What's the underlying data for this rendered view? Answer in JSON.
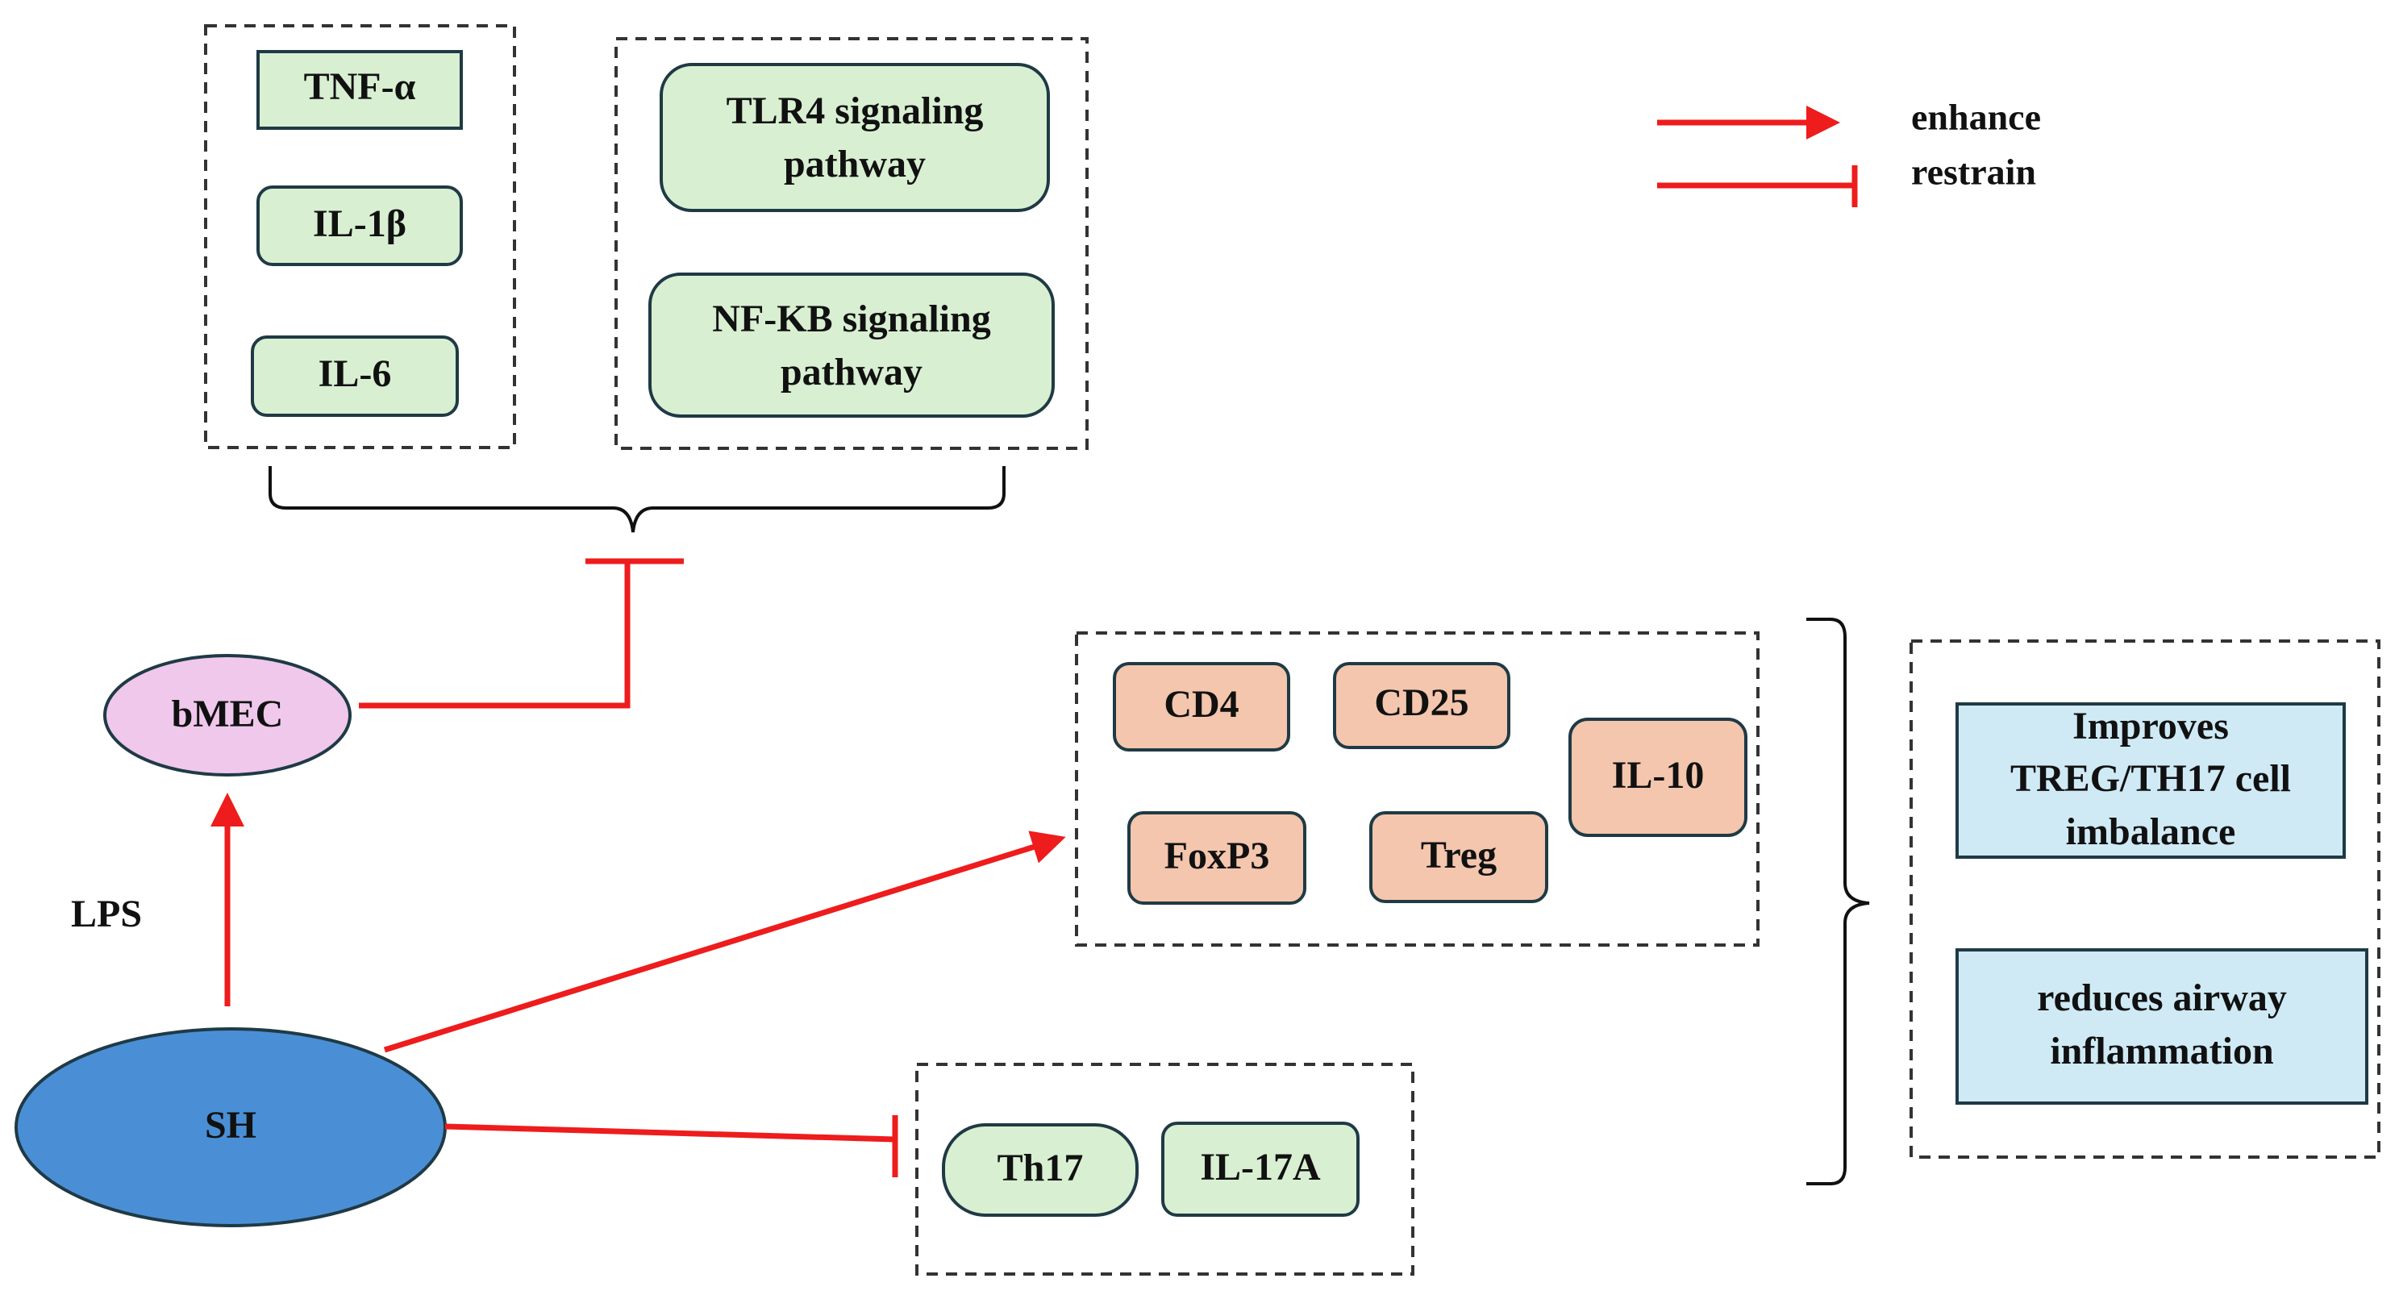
{
  "legend": {
    "enhance_label": "enhance",
    "restrain_label": "restrain",
    "enhance_color": "#ee1c1c",
    "restrain_color": "#ee1c1c"
  },
  "nodes": {
    "sh": "SH",
    "bmec": "bMEC",
    "lps": "LPS"
  },
  "cytokine_box": {
    "items": [
      "TNF-α",
      "IL-1β",
      "IL-6"
    ]
  },
  "pathway_box": {
    "tlr4": [
      "TLR4 signaling",
      "pathway"
    ],
    "nfkb": [
      "NF-KB signaling",
      "pathway"
    ]
  },
  "treg_box": {
    "cd4": "CD4",
    "cd25": "CD25",
    "il10": "IL-10",
    "foxp3": "FoxP3",
    "treg": "Treg"
  },
  "th17_box": {
    "th17": "Th17",
    "il17a": "IL-17A"
  },
  "outcomes": {
    "improves": [
      "Improves",
      "TREG/TH17 cell",
      "imbalance"
    ],
    "reduces": [
      "reduces airway",
      "inflammation"
    ]
  },
  "colors": {
    "green_fill": "#d8efd2",
    "orange_fill": "#f3c6ad",
    "blue_fill": "#cfeaf5",
    "pink_fill": "#efc8ec",
    "sh_fill": "#4a8fd6",
    "arrow_red": "#ee1c1c"
  }
}
